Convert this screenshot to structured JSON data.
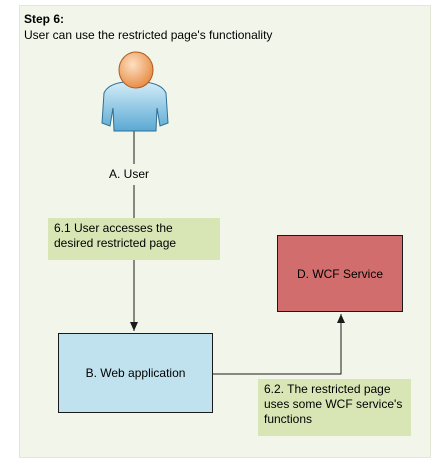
{
  "step": {
    "title": "Step 6:",
    "subtitle": "User can use the restricted page's functionality"
  },
  "user": {
    "label": "A. User",
    "icon": "person-icon"
  },
  "notes": {
    "access": [
      "6.1 User accesses the",
      "desired restricted page"
    ],
    "uses": [
      "6.2. The restricted page",
      "uses some WCF service's",
      "functions"
    ]
  },
  "nodes": {
    "web_application": "B. Web application",
    "wcf_service": "D. WCF Service"
  },
  "colors": {
    "panel": "#f2f5ea",
    "note": "#d8e6b6",
    "web_application": "#bfe2ee",
    "wcf_service": "#d16d6d",
    "user_head": "#f4a86a",
    "user_body": "#7fc0e0"
  }
}
